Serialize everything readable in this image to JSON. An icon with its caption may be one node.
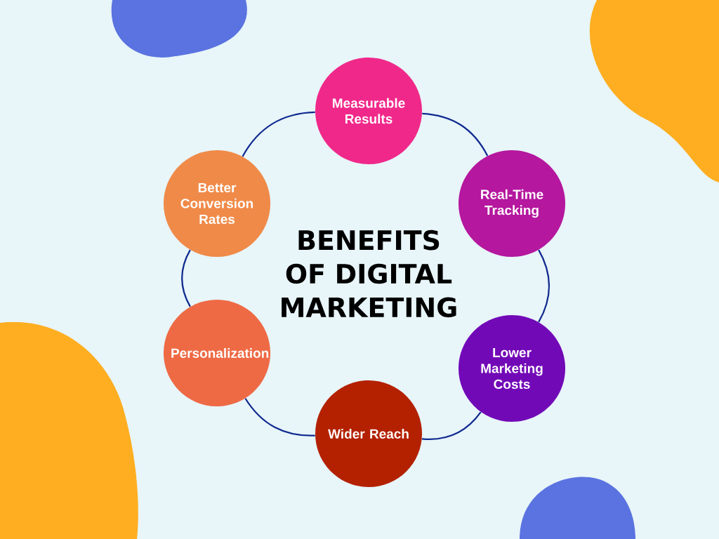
{
  "diagram": {
    "title": "BENEFITS OF DIGITAL MARKETING",
    "nodes": [
      {
        "text": [
          "Measurable Results"
        ]
      },
      {
        "text": [
          "Real-Time Tracking"
        ]
      },
      {
        "text": [
          "Lower Marketing Costs"
        ]
      },
      {
        "text": [
          "Wider Reach"
        ]
      },
      {
        "text": [
          "Personalization"
        ]
      },
      {
        "text": [
          "Better Conversion Rates"
        ]
      }
    ],
    "edges": [
      {
        "from": 0,
        "to": 1,
        "arrow": "none"
      },
      {
        "from": 1,
        "to": 2,
        "arrow": "none"
      },
      {
        "from": 2,
        "to": 3,
        "arrow": "none"
      },
      {
        "from": 3,
        "to": 4,
        "arrow": "none"
      },
      {
        "from": 4,
        "to": 5,
        "arrow": "none"
      },
      {
        "from": 5,
        "to": 0,
        "arrow": "none"
      }
    ]
  }
}
